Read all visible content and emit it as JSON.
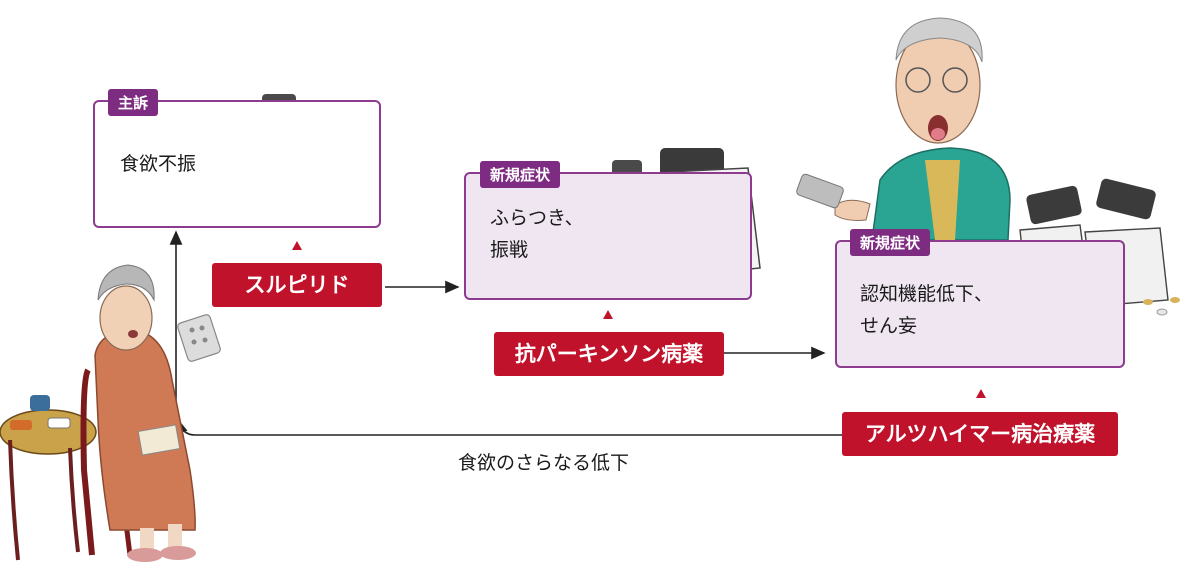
{
  "boxes": {
    "chief_complaint": {
      "tag": "主訴",
      "text": "食欲不振"
    },
    "new_symptom_1": {
      "tag": "新規症状",
      "text": "ふらつき、\n振戦"
    },
    "new_symptom_2": {
      "tag": "新規症状",
      "text": "認知機能低下、\nせん妄"
    }
  },
  "drugs": {
    "drug_1": "スルピリド",
    "drug_2": "抗パーキンソン病薬",
    "drug_3": "アルツハイマー病治療薬"
  },
  "bottom_label": "食欲のさらなる低下",
  "colors": {
    "frame": "#8e3a8e",
    "tag": "#7d2c82",
    "drug": "#c1122b",
    "lilac_fill": "#efe6f2"
  },
  "illustrations": [
    "elderly-woman-illustration",
    "elderly-man-illustration",
    "medicine-bag-illustration",
    "blister-pack-illustration"
  ]
}
